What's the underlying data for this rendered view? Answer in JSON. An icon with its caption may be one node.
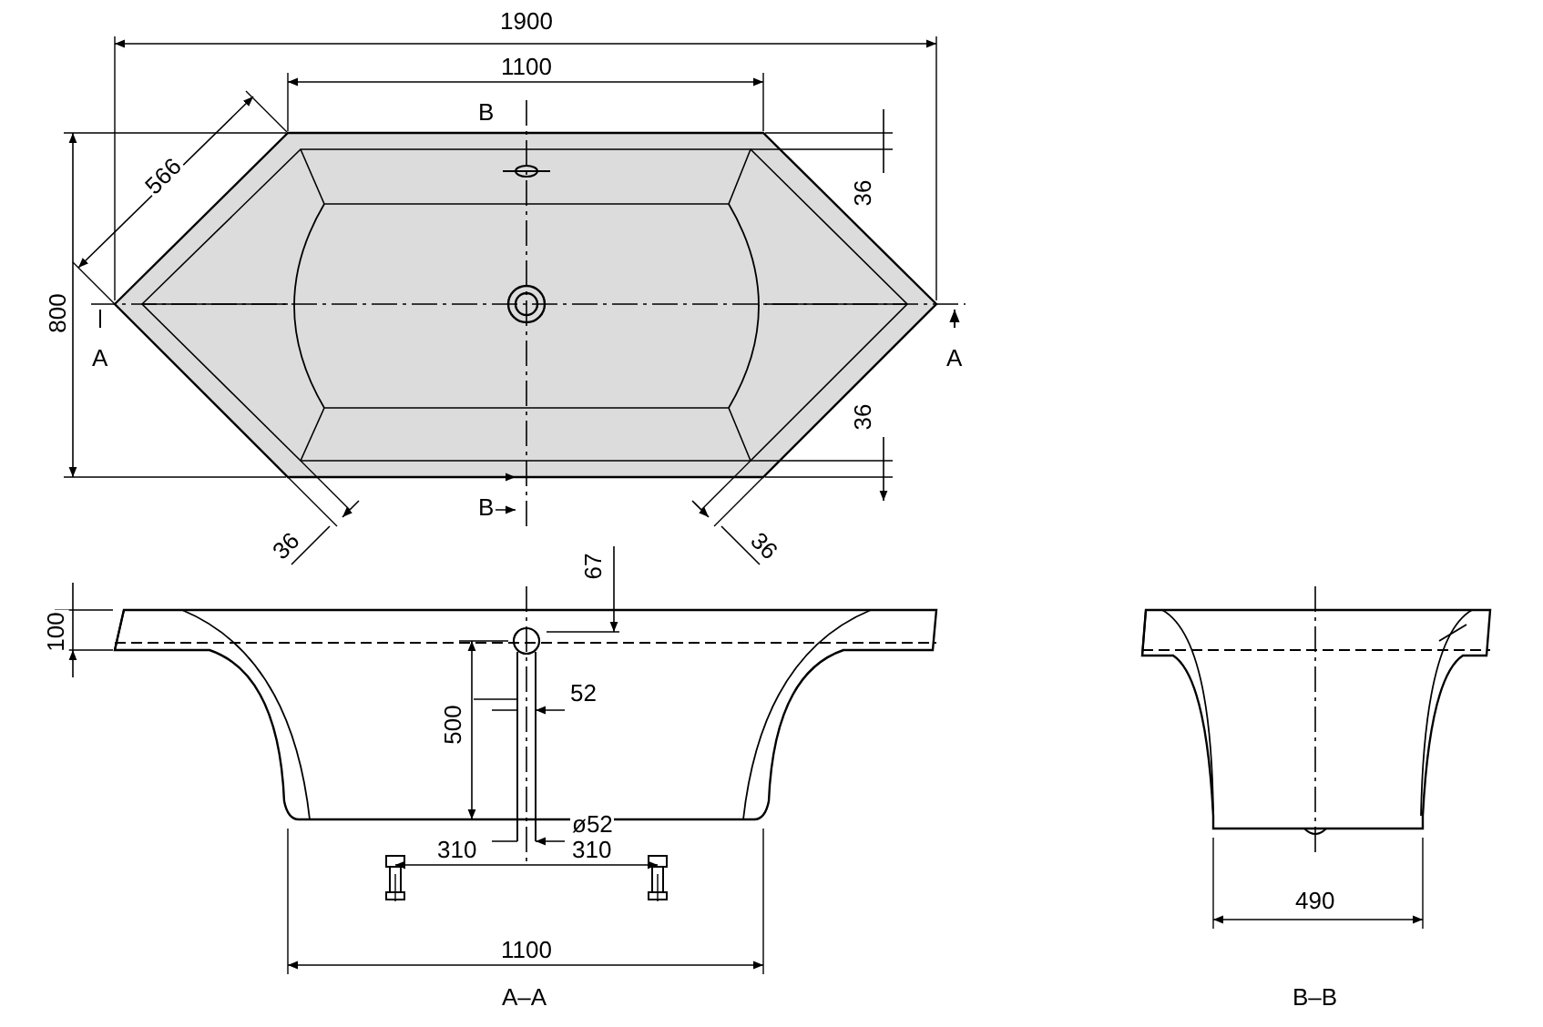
{
  "diagram": {
    "labels": [
      "1900",
      "1100",
      "B",
      "566",
      "36",
      "800",
      "A",
      "A",
      "36",
      "B",
      "36",
      "36",
      "67",
      "100",
      "52",
      "500",
      "ø52",
      "310",
      "310",
      "1100",
      "A–A",
      "B–B",
      "490"
    ]
  }
}
